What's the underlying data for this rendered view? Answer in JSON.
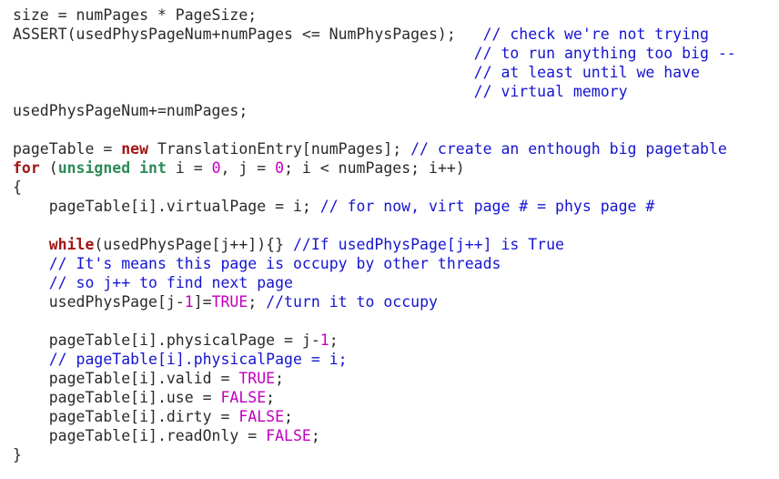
{
  "colors": {
    "plain": "#2a2a2a",
    "comment": "#1515d0",
    "keyword": "#a31515",
    "type": "#2e8b57",
    "number": "#c000c0"
  },
  "code_lines": [
    [
      {
        "t": "plain",
        "v": "size = numPages * PageSize;"
      }
    ],
    [
      {
        "t": "plain",
        "v": "ASSERT(usedPhysPageNum+numPages <= NumPhysPages);   "
      },
      {
        "t": "comment",
        "v": "// check we're not trying"
      }
    ],
    [
      {
        "t": "plain",
        "v": "                                                   "
      },
      {
        "t": "comment",
        "v": "// to run anything too big --"
      }
    ],
    [
      {
        "t": "plain",
        "v": "                                                   "
      },
      {
        "t": "comment",
        "v": "// at least until we have"
      }
    ],
    [
      {
        "t": "plain",
        "v": "                                                   "
      },
      {
        "t": "comment",
        "v": "// virtual memory"
      }
    ],
    [
      {
        "t": "plain",
        "v": "usedPhysPageNum+=numPages;"
      }
    ],
    [],
    [
      {
        "t": "plain",
        "v": "pageTable = "
      },
      {
        "t": "keyword",
        "v": "new"
      },
      {
        "t": "plain",
        "v": " TranslationEntry[numPages]; "
      },
      {
        "t": "comment",
        "v": "// create an enthough big pagetable"
      }
    ],
    [
      {
        "t": "keyword",
        "v": "for"
      },
      {
        "t": "plain",
        "v": " ("
      },
      {
        "t": "type",
        "v": "unsigned int"
      },
      {
        "t": "plain",
        "v": " i = "
      },
      {
        "t": "number",
        "v": "0"
      },
      {
        "t": "plain",
        "v": ", j = "
      },
      {
        "t": "number",
        "v": "0"
      },
      {
        "t": "plain",
        "v": "; i < numPages; i++)"
      }
    ],
    [
      {
        "t": "plain",
        "v": "{"
      }
    ],
    [
      {
        "t": "plain",
        "v": "    pageTable[i].virtualPage = i; "
      },
      {
        "t": "comment",
        "v": "// for now, virt page # = phys page #"
      }
    ],
    [],
    [
      {
        "t": "plain",
        "v": "    "
      },
      {
        "t": "keyword",
        "v": "while"
      },
      {
        "t": "plain",
        "v": "(usedPhysPage[j++]){} "
      },
      {
        "t": "comment",
        "v": "//If usedPhysPage[j++] is True"
      }
    ],
    [
      {
        "t": "plain",
        "v": "    "
      },
      {
        "t": "comment",
        "v": "// It's means this page is occupy by other threads"
      }
    ],
    [
      {
        "t": "plain",
        "v": "    "
      },
      {
        "t": "comment",
        "v": "// so j++ to find next page"
      }
    ],
    [
      {
        "t": "plain",
        "v": "    usedPhysPage[j-"
      },
      {
        "t": "number",
        "v": "1"
      },
      {
        "t": "plain",
        "v": "]="
      },
      {
        "t": "constant",
        "v": "TRUE"
      },
      {
        "t": "plain",
        "v": "; "
      },
      {
        "t": "comment",
        "v": "//turn it to occupy"
      }
    ],
    [],
    [
      {
        "t": "plain",
        "v": "    pageTable[i].physicalPage = j-"
      },
      {
        "t": "number",
        "v": "1"
      },
      {
        "t": "plain",
        "v": ";"
      }
    ],
    [
      {
        "t": "plain",
        "v": "    "
      },
      {
        "t": "comment",
        "v": "// pageTable[i].physicalPage = i;"
      }
    ],
    [
      {
        "t": "plain",
        "v": "    pageTable[i].valid = "
      },
      {
        "t": "constant",
        "v": "TRUE"
      },
      {
        "t": "plain",
        "v": ";"
      }
    ],
    [
      {
        "t": "plain",
        "v": "    pageTable[i].use = "
      },
      {
        "t": "constant",
        "v": "FALSE"
      },
      {
        "t": "plain",
        "v": ";"
      }
    ],
    [
      {
        "t": "plain",
        "v": "    pageTable[i].dirty = "
      },
      {
        "t": "constant",
        "v": "FALSE"
      },
      {
        "t": "plain",
        "v": ";"
      }
    ],
    [
      {
        "t": "plain",
        "v": "    pageTable[i].readOnly = "
      },
      {
        "t": "constant",
        "v": "FALSE"
      },
      {
        "t": "plain",
        "v": ";"
      }
    ],
    [
      {
        "t": "plain",
        "v": "}"
      }
    ]
  ]
}
